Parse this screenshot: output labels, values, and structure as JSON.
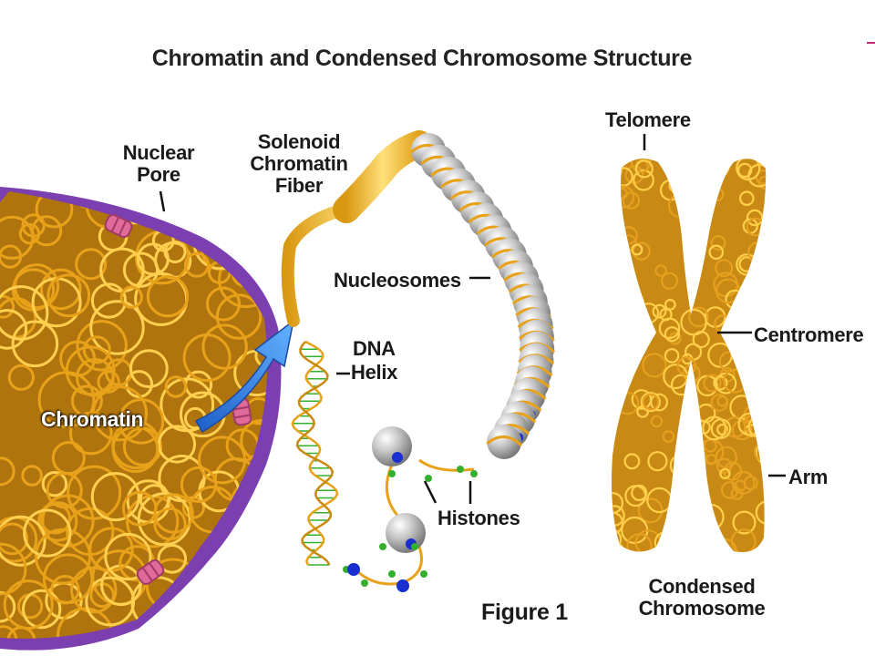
{
  "title": "Chromatin and Condensed Chromosome Structure",
  "labels": {
    "nuclear_pore_1": "Nuclear",
    "nuclear_pore_2": "Pore",
    "solenoid_1": "Solenoid",
    "solenoid_2": "Chromatin",
    "solenoid_3": "Fiber",
    "nucleosomes": "Nucleosomes",
    "dna_1": "DNA",
    "dna_2": "Helix",
    "histones": "Histones",
    "chromatin": "Chromatin",
    "telomere": "Telomere",
    "centromere": "Centromere",
    "arm": "Arm",
    "condensed_1": "Condensed",
    "condensed_2": "Chromosome",
    "figure": "Figure 1"
  },
  "colors": {
    "membrane": "#7b3fb0",
    "chromatin_fiber": "#e8a21a",
    "histone_core": "#b8b8b8",
    "histone_dot": "#1a2fd0",
    "arrow": "#2f7fe8",
    "pore": "#e06a9a",
    "dna_green": "#33b02e"
  }
}
